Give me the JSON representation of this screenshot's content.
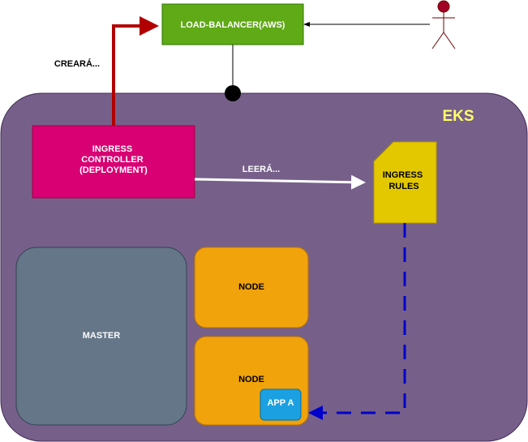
{
  "diagram": {
    "load_balancer": {
      "label": "LOAD-BALANCER(AWS)"
    },
    "cluster": {
      "label": "EKS"
    },
    "ingress_controller": {
      "lines": [
        "INGRESS",
        "CONTROLLER",
        "(DEPLOYMENT)"
      ]
    },
    "ingress_rules": {
      "lines": [
        "INGRESS",
        "RULES"
      ]
    },
    "master": {
      "label": "MASTER"
    },
    "nodes": [
      {
        "label": "NODE"
      },
      {
        "label": "NODE"
      }
    ],
    "app": {
      "label": "APP A"
    },
    "edges": {
      "creara": "CREARÁ...",
      "leera": "LEERÁ..."
    }
  },
  "colors": {
    "cluster_fill": "#76608a",
    "cluster_stroke": "#432d57",
    "cluster_label": "#ffff66",
    "load_balancer_fill": "#60a917",
    "load_balancer_stroke": "#2d7600",
    "ingress_controller_fill": "#d80073",
    "ingress_controller_stroke": "#a50040",
    "ingress_rules_fill": "#e3c800",
    "ingress_rules_stroke": "#b09500",
    "master_fill": "#647687",
    "master_stroke": "#314354",
    "node_fill": "#f0a30a",
    "node_stroke": "#bd7000",
    "app_fill": "#1ba1e2",
    "app_stroke": "#006eaf",
    "actor": "#a20025",
    "red_arrow": "#b20000",
    "blue_dashed": "#0000cc"
  }
}
